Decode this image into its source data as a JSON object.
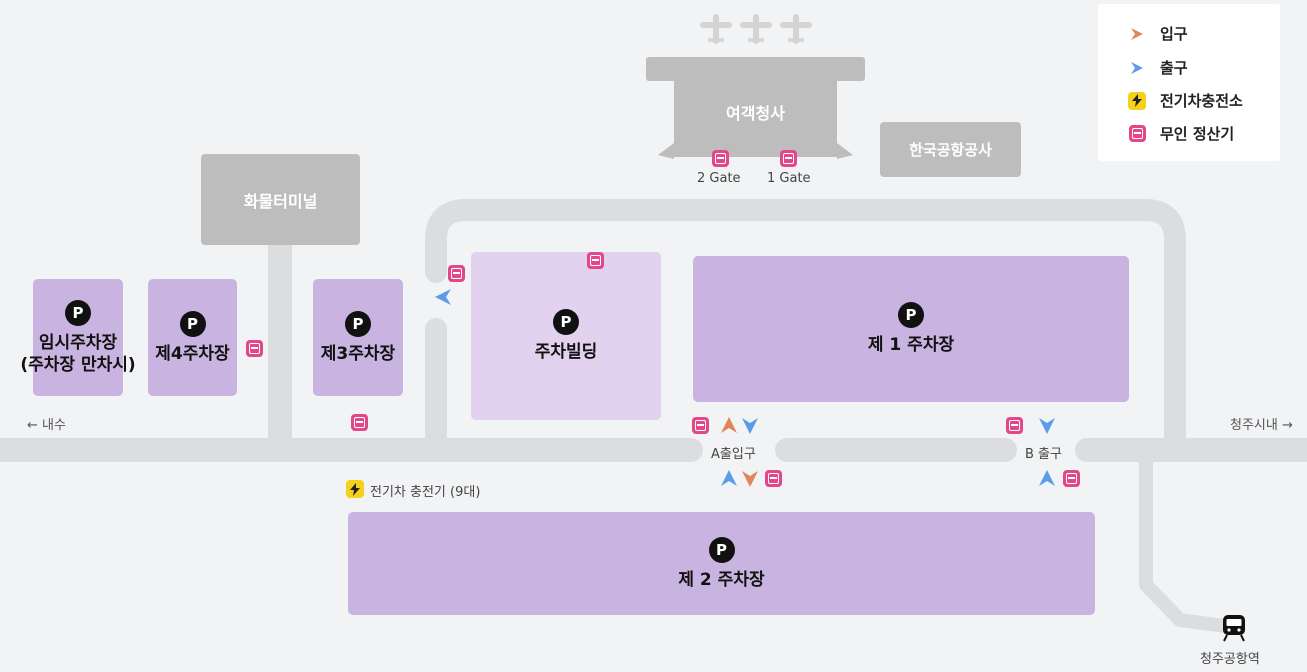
{
  "legend": {
    "entry": "입구",
    "exit": "출구",
    "ev_charging": "전기차충전소",
    "kiosk": "무인 정산기"
  },
  "buildings": {
    "terminal": "여객청사",
    "kac": "한국공항공사",
    "cargo": "화물터미널"
  },
  "gates": {
    "gate2": "2 Gate",
    "gate1": "1 Gate"
  },
  "lots": {
    "temp_line1": "임시주차장",
    "temp_line2": "(주차장 만차시)",
    "lot4": "제4주차장",
    "lot3": "제3주차장",
    "building": "주차빌딩",
    "lot1": "제 1 주차장",
    "lot2": "제 2 주차장",
    "p_symbol": "P"
  },
  "labels": {
    "to_naesu": "← 내수",
    "to_cheongju": "청주시내 →",
    "a_gate": "A출입구",
    "b_exit": "B 출구",
    "ev_chargers": "전기차 충전기 (9대)",
    "station": "청주공항역"
  },
  "colors": {
    "entry_arrow": "#e0875a",
    "exit_arrow": "#5b9be8",
    "kiosk": "#e2478a",
    "ev_bolt": "#f5d21a",
    "lot_dark": "#c9b3e0",
    "lot_light": "#e2d1ef",
    "building_gray": "#bdbdbd",
    "road": "#dcdddf"
  },
  "icons": [
    "airplane-icon",
    "parking-icon",
    "kiosk-icon",
    "ev-charging-icon",
    "entry-arrow-icon",
    "exit-arrow-icon",
    "train-icon"
  ]
}
